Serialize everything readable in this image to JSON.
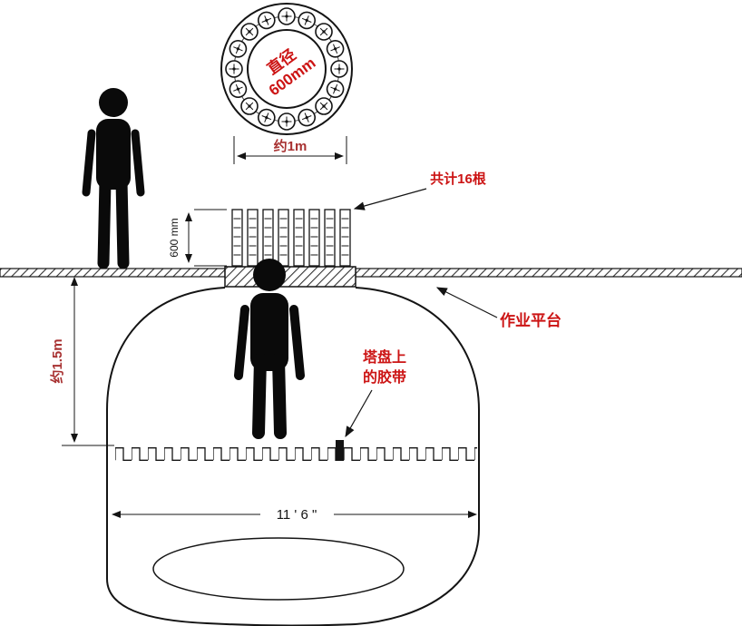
{
  "flange_top_view": {
    "diameter_label": [
      "直径",
      "600mm"
    ],
    "width_dim": "约1m"
  },
  "studs": {
    "count_label": "共计16根",
    "height_dim": "600 mm"
  },
  "platform": {
    "label": "作业平台"
  },
  "vessel": {
    "depth_dim": "约1.5m",
    "tray_tape_label": [
      "塔盘上",
      "的胶带"
    ],
    "width_dim": "11 ' 6 \""
  },
  "colors": {
    "callout_red": "#cc1414",
    "dim_red": "#a83232",
    "ink": "#141414"
  }
}
